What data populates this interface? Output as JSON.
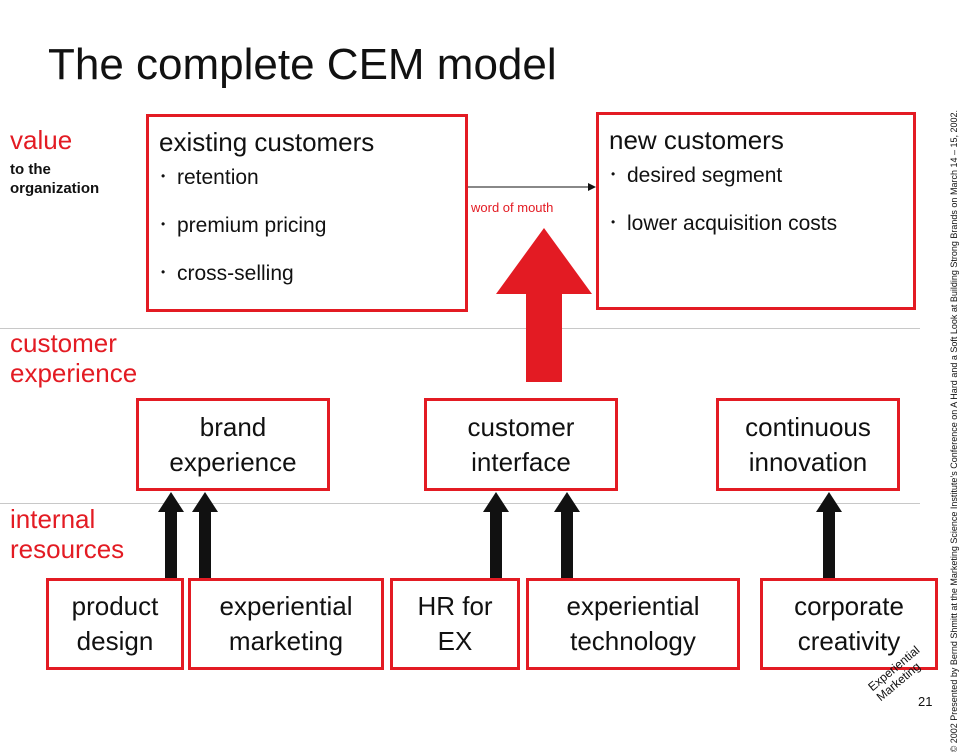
{
  "title": "The complete CEM model",
  "colors": {
    "accent": "#e31b23",
    "text": "#111111",
    "divider": "#c8c8c8"
  },
  "sections": {
    "value": {
      "label": "value",
      "sublabel": "to the\norganization"
    },
    "customer_experience": {
      "label": "customer\nexperience"
    },
    "internal_resources": {
      "label": "internal\nresources"
    }
  },
  "existing_customers": {
    "heading": "existing customers",
    "items": [
      "retention",
      "premium pricing",
      "cross-selling"
    ]
  },
  "new_customers": {
    "heading": "new customers",
    "items": [
      "desired segment",
      "lower acquisition costs"
    ]
  },
  "word_of_mouth": "word of mouth",
  "experience_boxes": {
    "brand": "brand\nexperience",
    "interface": "customer\ninterface",
    "innovation": "continuous\ninnovation"
  },
  "resource_boxes": {
    "product_design": "product\ndesign",
    "experiential_marketing": "experiential\nmarketing",
    "hr": "HR for\nEX",
    "technology": "experiential\ntechnology",
    "creativity": "corporate\ncreativity"
  },
  "footer": {
    "copyright": "© 2002 Presented by Bernd Shmitt at the Marketing Science Institute’s Conference on A Hard and a Soft Look at Building Strong Brands on March 14 – 15, 2002.",
    "logo_text": "Experiential\nMarketing",
    "page_number": "21"
  }
}
